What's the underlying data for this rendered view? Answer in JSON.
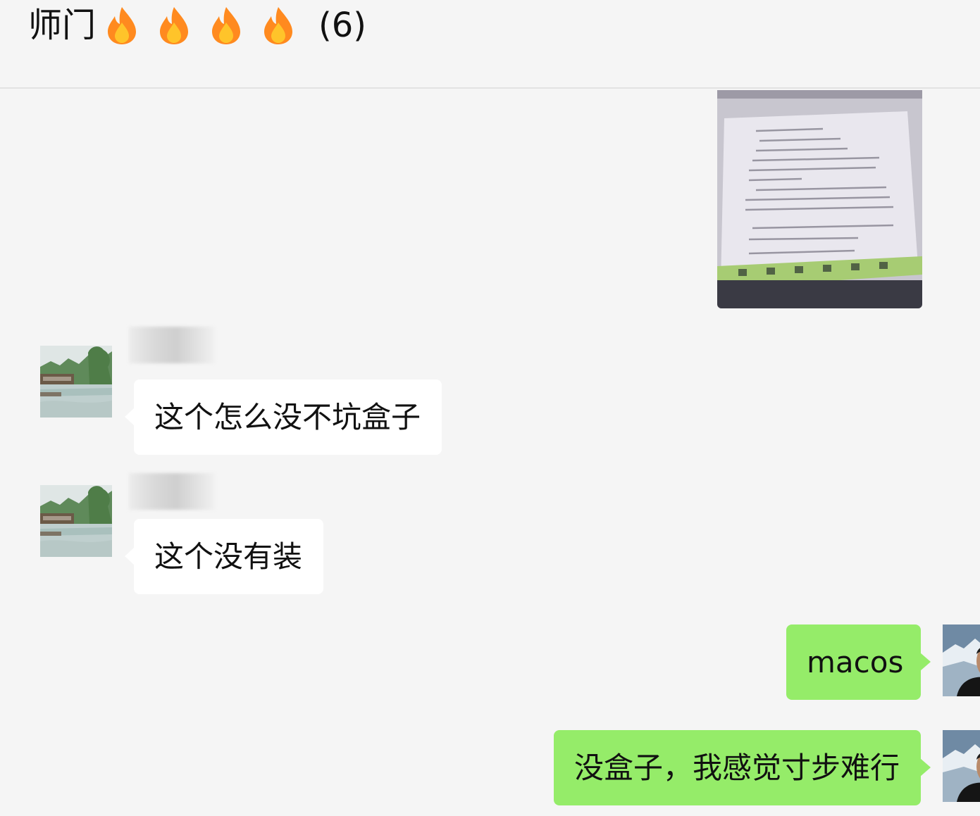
{
  "header": {
    "title": "师门",
    "member_count": "(6)",
    "icons": [
      "fire-icon",
      "fire-icon",
      "fire-icon",
      "fire-icon"
    ]
  },
  "colors": {
    "background": "#f5f5f5",
    "incoming_bubble": "#ffffff",
    "outgoing_bubble": "#95ec69",
    "flame_outer": "#ff8a1f",
    "flame_inner": "#ffc42a"
  },
  "messages": [
    {
      "direction": "out",
      "type": "image",
      "content": "photo-of-laptop-screen"
    },
    {
      "direction": "in",
      "type": "text",
      "sender_name_blurred": true,
      "text": "这个怎么没不坑盒子"
    },
    {
      "direction": "in",
      "type": "text",
      "sender_name_blurred": true,
      "text": "这个没有装"
    },
    {
      "direction": "out",
      "type": "text",
      "text": "macos"
    },
    {
      "direction": "out",
      "type": "text",
      "text": "没盒子，我感觉寸步难行"
    }
  ]
}
